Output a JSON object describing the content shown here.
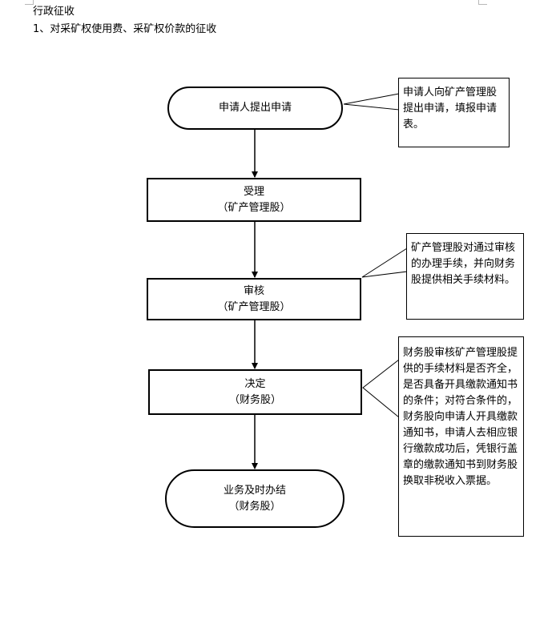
{
  "document": {
    "heading": "行政征收",
    "subheading": "1、对采矿权使用费、采矿权价款的征收"
  },
  "flow": {
    "apply": {
      "label": "申请人提出申请"
    },
    "accept": {
      "label": "受理",
      "dept": "（矿产管理股）"
    },
    "review": {
      "label": "审核",
      "dept": "（矿产管理股）"
    },
    "decide": {
      "label": "决定",
      "dept": "（财务股）"
    },
    "complete": {
      "label": "业务及时办结",
      "dept": "（财务股）"
    }
  },
  "callouts": {
    "apply_note": "申请人向矿产管理股提出申请，填报申请表。",
    "review_note": "矿产管理股对通过审核的办理手续，并向财务股提供相关手续材料。",
    "decide_note": "财务股审核矿产管理股提供的手续材料是否齐全，是否具备开具缴款通知书的条件；对符合条件的，财务股向申请人开具缴款通知书，申请人去相应银行缴款成功后，凭银行盖章的缴款通知书到财务股换取非税收入票据。"
  },
  "colors": {
    "line": "#000000",
    "background": "#ffffff"
  }
}
